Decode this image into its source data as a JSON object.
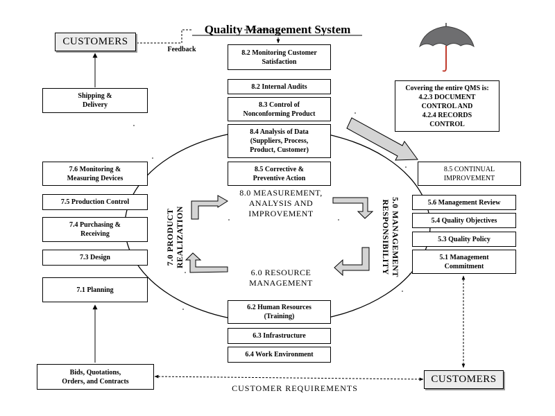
{
  "title": "Quality Management System",
  "feedback": "Feedback",
  "customers_top": "CUSTOMERS",
  "customers_bottom": "CUSTOMERS",
  "customer_requirements": "CUSTOMER REQUIREMENTS",
  "left_column": {
    "shipping": "Shipping &\nDelivery",
    "monitoring": "7.6 Monitoring &\nMeasuring Devices",
    "production": "7.5 Production Control",
    "purchasing": "7.4 Purchasing &\nReceiving",
    "design": "7.3 Design",
    "planning": "7.1 Planning",
    "bids": "Bids, Quotations,\nOrders, and Contracts"
  },
  "center_column": {
    "monitoring_satisfaction": "8.2 Monitoring Customer\nSatisfaction",
    "internal_audits": "8.2 Internal Audits",
    "nonconforming": "8.3 Control of\nNonconforming Product",
    "analysis": "8.4 Analysis of Data\n(Suppliers, Process,\nProduct, Customer)",
    "corrective": "8.5 Corrective &\nPreventive Action",
    "human_resources": "6.2 Human Resources\n(Training)",
    "infrastructure": "6.3 Infrastructure",
    "work_environment": "6.4 Work Environment"
  },
  "right_column": {
    "covering": "Covering the entire QMS is:\n4.2.3 DOCUMENT\nCONTROL AND\n4.2.4 RECORDS\nCONTROL",
    "continual": "8.5 CONTINUAL\nIMPROVEMENT",
    "management_review": "5.6 Management Review",
    "quality_objectives": "5.4 Quality Objectives",
    "quality_policy": "5.3 Quality Policy",
    "management_commitment": "5.1 Management\nCommitment"
  },
  "cycle": {
    "measurement": "8.0 MEASUREMENT,\nANALYSIS AND\nIMPROVEMENT",
    "resource": "6.0 RESOURCE\nMANAGEMENT",
    "product_realization": "7.0 PRODUCT\nREALIZATION",
    "management_responsibility": "5.0 MANAGEMENT\nRESPONSIBILITY"
  },
  "colors": {
    "umbrella": "#6e6e70",
    "umbrella_handle": "#c0392b",
    "arrow_fill": "#d4d4d4"
  }
}
